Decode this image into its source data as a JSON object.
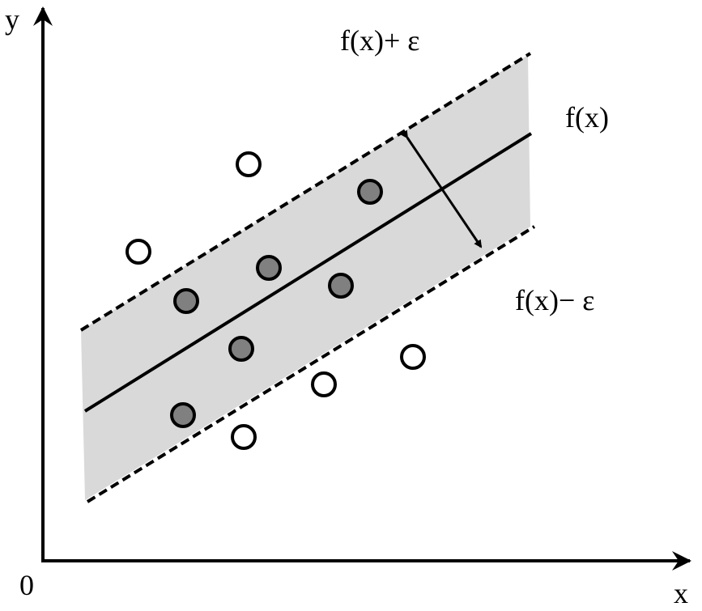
{
  "axes": {
    "x_label": "x",
    "y_label": "y",
    "origin_label": "0"
  },
  "lines": {
    "upper_label": "f(x)+ ε",
    "center_label": "f(x)",
    "lower_label": "f(x)− ε"
  },
  "colors": {
    "band": "#d9d9d9",
    "inside_point": "#808080",
    "outside_point": "#ffffff",
    "stroke": "#000000"
  },
  "points_inside": 6,
  "points_outside": 5
}
